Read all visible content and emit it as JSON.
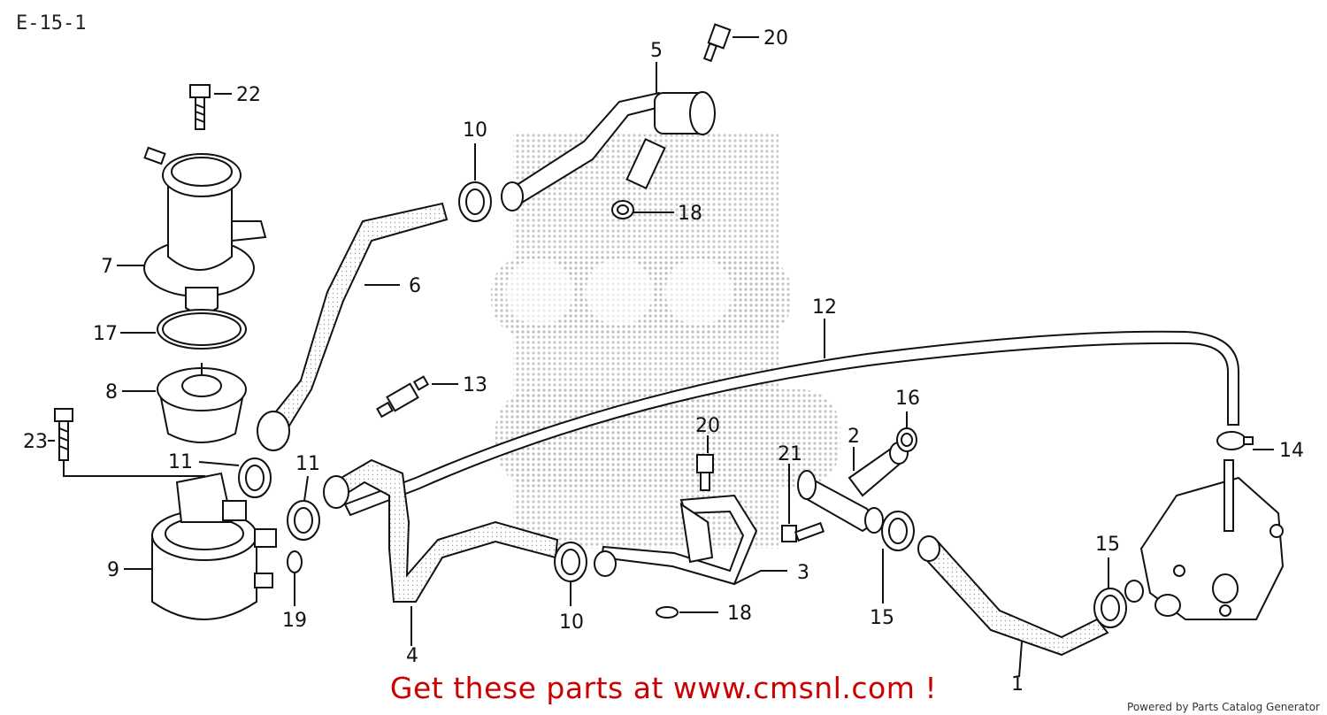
{
  "page": {
    "title": "E-15-1",
    "cta": "Get these parts at www.cmsnl.com !",
    "powered_by": "Powered by Parts Catalog Generator"
  },
  "parts": [
    {
      "num": "1"
    },
    {
      "num": "2"
    },
    {
      "num": "3"
    },
    {
      "num": "4"
    },
    {
      "num": "5"
    },
    {
      "num": "6"
    },
    {
      "num": "7"
    },
    {
      "num": "8"
    },
    {
      "num": "9"
    },
    {
      "num": "10"
    },
    {
      "num": "10"
    },
    {
      "num": "11"
    },
    {
      "num": "11"
    },
    {
      "num": "12"
    },
    {
      "num": "13"
    },
    {
      "num": "14"
    },
    {
      "num": "15"
    },
    {
      "num": "15"
    },
    {
      "num": "16"
    },
    {
      "num": "17"
    },
    {
      "num": "18"
    },
    {
      "num": "18"
    },
    {
      "num": "19"
    },
    {
      "num": "20"
    },
    {
      "num": "20"
    },
    {
      "num": "21"
    },
    {
      "num": "22"
    },
    {
      "num": "23"
    }
  ],
  "colors": {
    "cta": "#cc0000",
    "line": "#111111",
    "watermark": "#bbbbbb"
  }
}
